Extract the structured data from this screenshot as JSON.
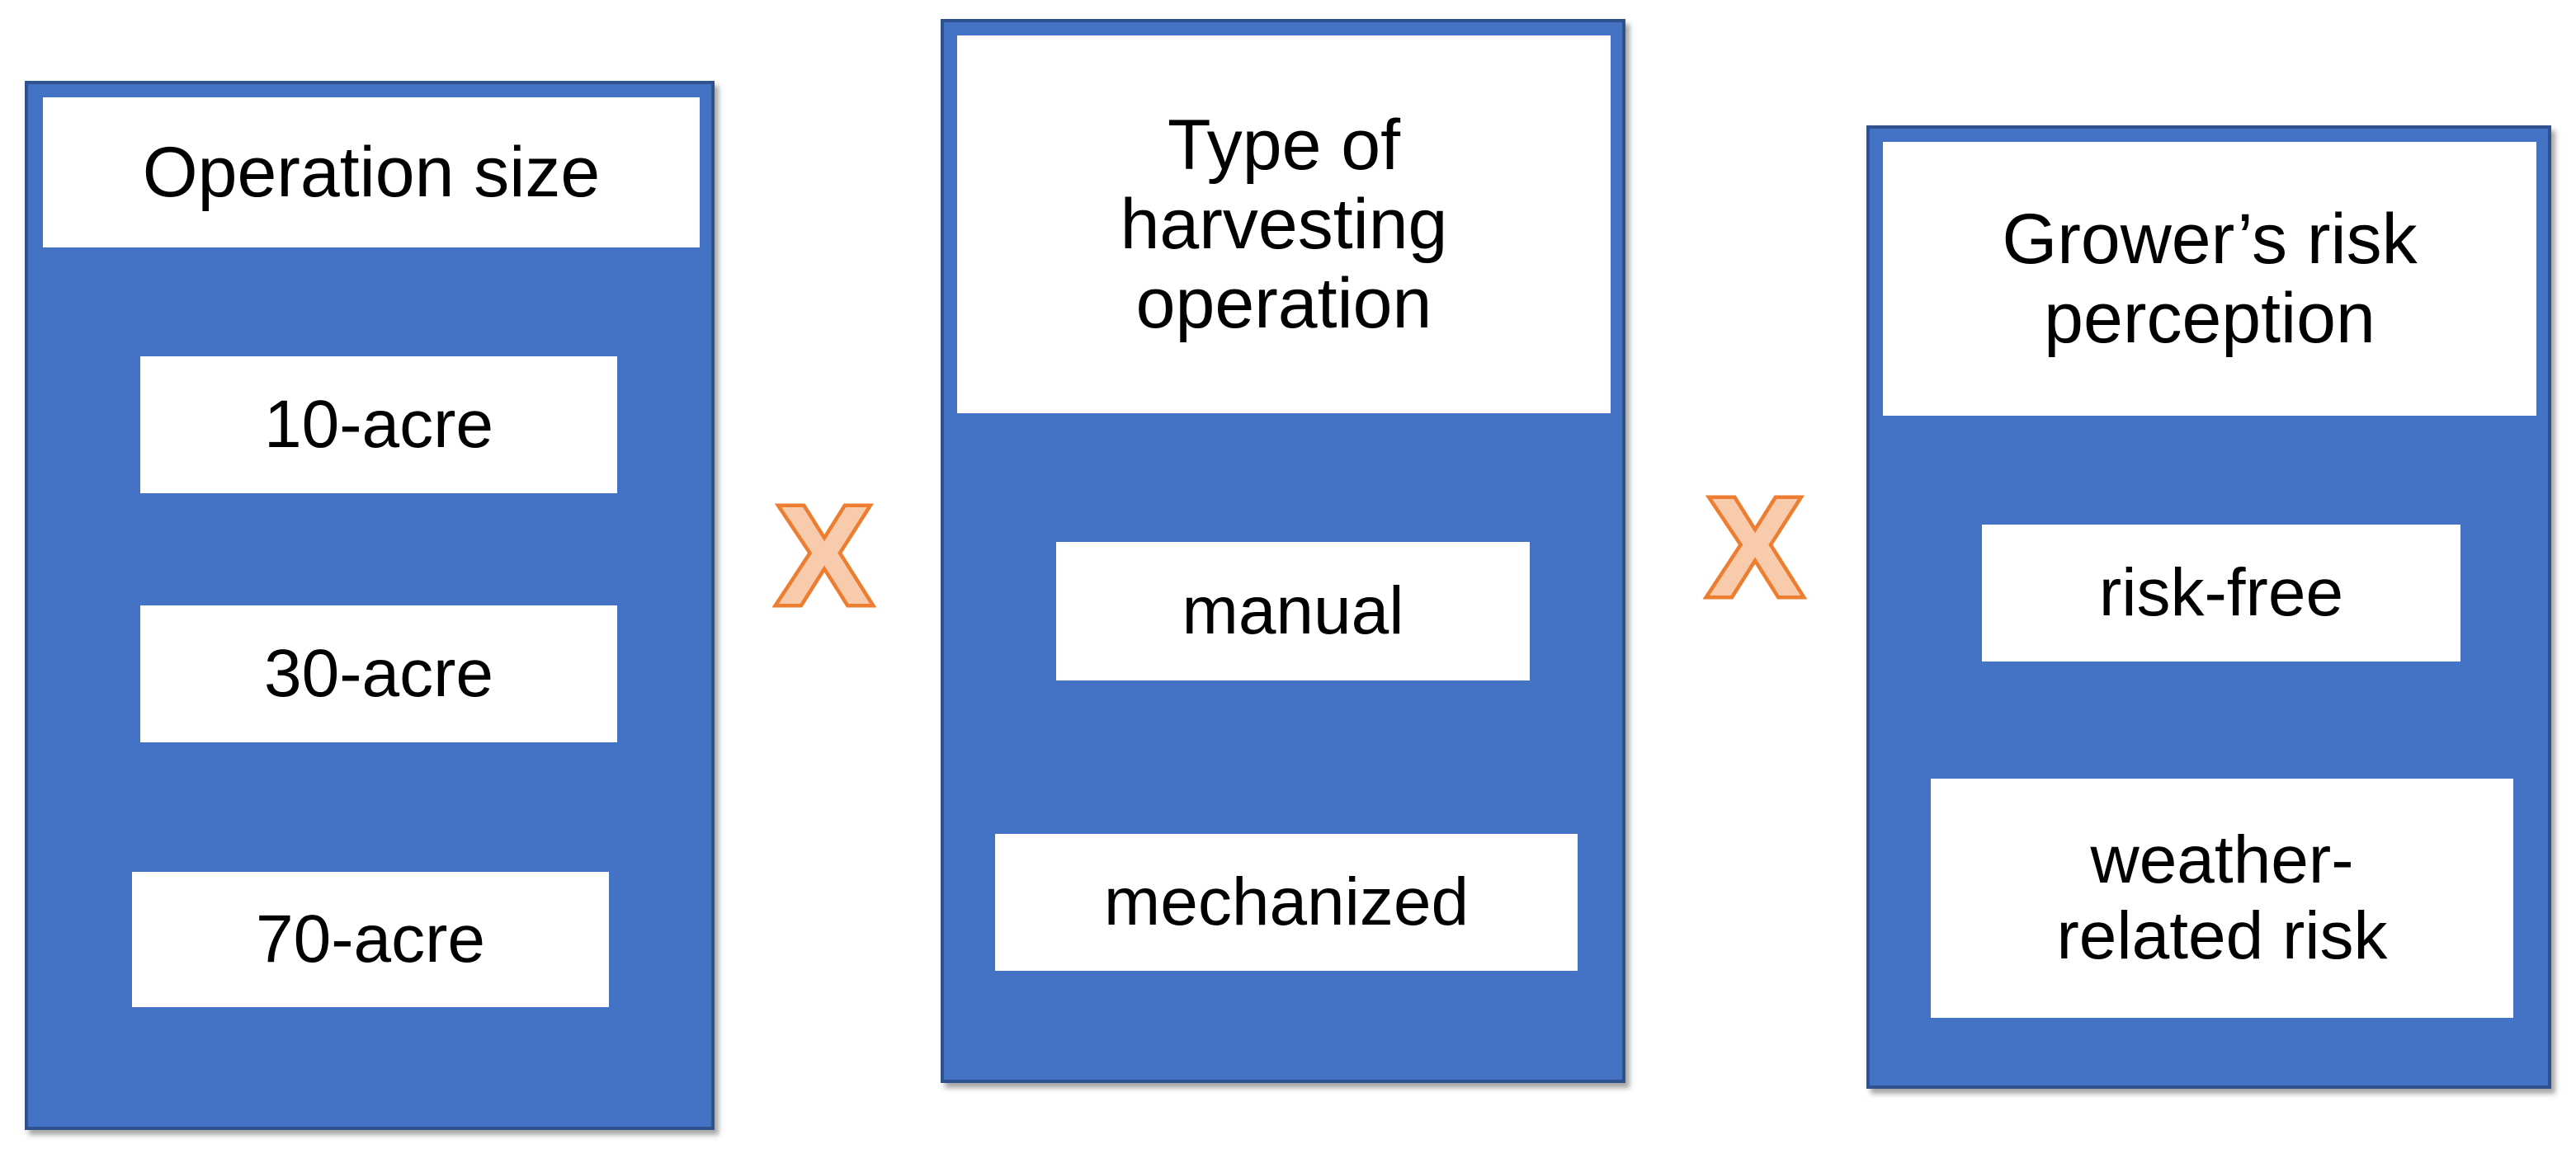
{
  "panels": [
    {
      "title": "Operation size",
      "options": [
        "10-acre",
        "30-acre",
        "70-acre"
      ]
    },
    {
      "title": "Type of\nharvesting\noperation",
      "options": [
        "manual",
        "mechanized"
      ]
    },
    {
      "title": "Grower’s risk\nperception",
      "options": [
        "risk-free",
        "weather-\nrelated risk"
      ]
    }
  ],
  "operators": [
    "X",
    "X"
  ],
  "colors": {
    "panel_fill": "#4472c4",
    "panel_border": "#2f528f",
    "box_fill": "#ffffff",
    "operator_fill": "#f8cbad",
    "operator_stroke": "#ed7d31"
  }
}
